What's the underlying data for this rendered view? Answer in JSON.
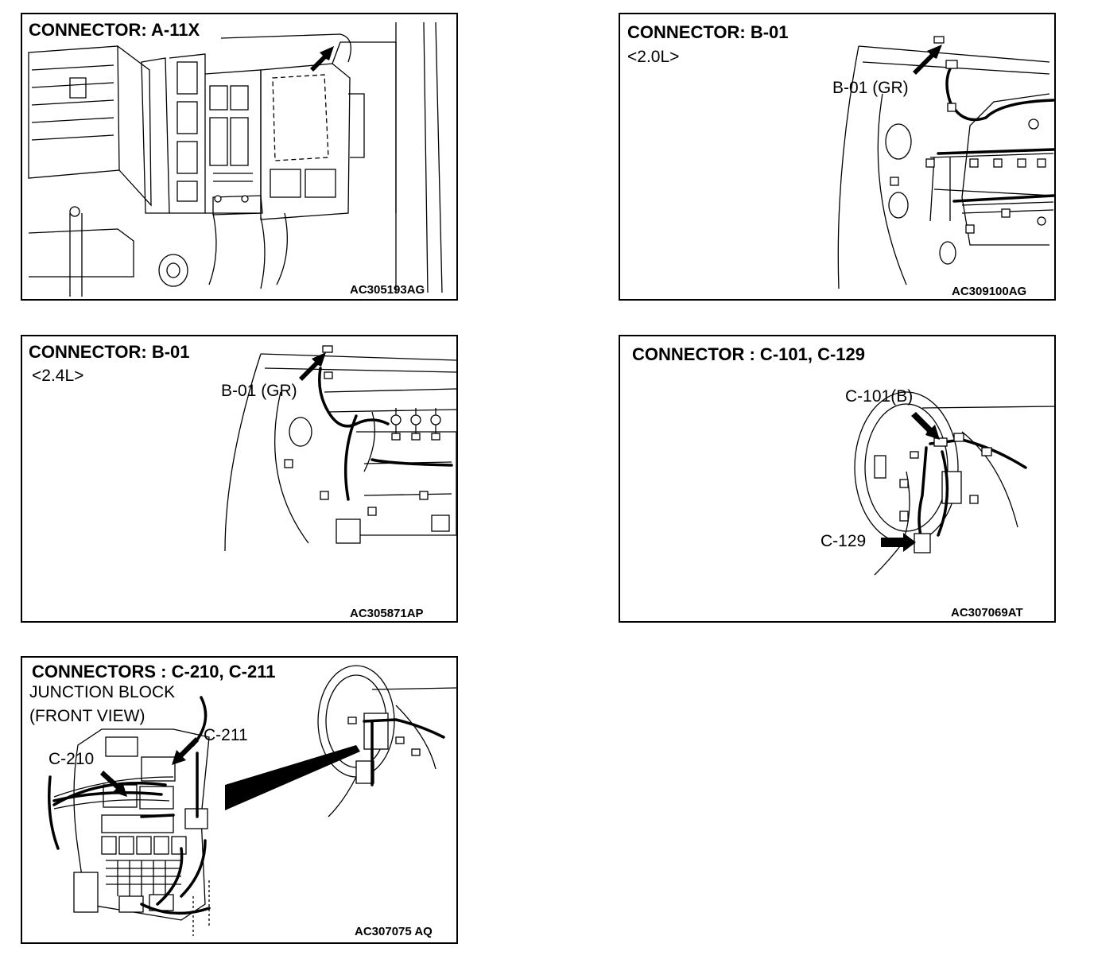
{
  "panels": {
    "a11x": {
      "title": "CONNECTOR: A-11X",
      "code": "AC305193AG"
    },
    "b01_20": {
      "title": "CONNECTOR: B-01",
      "subtitle": "<2.0L>",
      "label": "B-01 (GR)",
      "code": "AC309100AG"
    },
    "b01_24": {
      "title": "CONNECTOR: B-01",
      "subtitle": "<2.4L>",
      "label": "B-01 (GR)",
      "code": "AC305871AP"
    },
    "c101": {
      "title": "CONNECTOR : C-101, C-129",
      "label_c101": "C-101(B)",
      "label_c129": "C-129",
      "code": "AC307069AT"
    },
    "c210": {
      "title": "CONNECTORS : C-210, C-211",
      "subtitle1": "JUNCTION BLOCK",
      "subtitle2": "(FRONT VIEW)",
      "label_c210": "C-210",
      "label_c211": "C-211",
      "code": "AC307075 AQ"
    }
  }
}
